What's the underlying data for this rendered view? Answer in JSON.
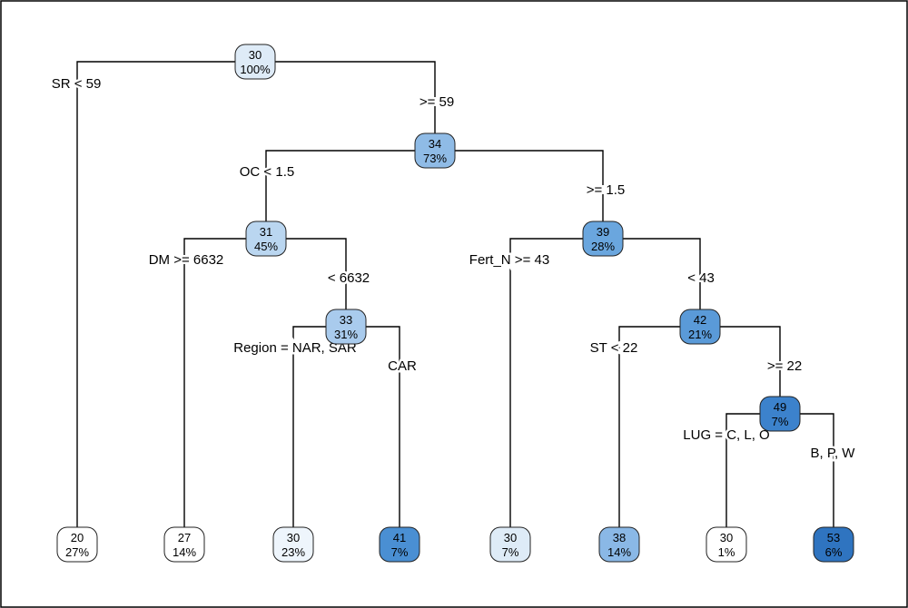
{
  "tree": {
    "nodes": [
      {
        "id": "n1",
        "value": "30",
        "percent": "100%",
        "fill": "#deebf7"
      },
      {
        "id": "n2",
        "value": "34",
        "percent": "73%",
        "fill": "#8fbbe6"
      },
      {
        "id": "n3",
        "value": "31",
        "percent": "45%",
        "fill": "#bad6f0"
      },
      {
        "id": "n4",
        "value": "33",
        "percent": "31%",
        "fill": "#a9cbed"
      },
      {
        "id": "n5",
        "value": "39",
        "percent": "28%",
        "fill": "#6aa6de"
      },
      {
        "id": "n6",
        "value": "42",
        "percent": "21%",
        "fill": "#5a9ad8"
      },
      {
        "id": "n7",
        "value": "49",
        "percent": "7%",
        "fill": "#3c82cc"
      },
      {
        "id": "l1",
        "value": "20",
        "percent": "27%",
        "fill": "#ffffff"
      },
      {
        "id": "l2",
        "value": "27",
        "percent": "14%",
        "fill": "#ffffff"
      },
      {
        "id": "l3",
        "value": "30",
        "percent": "23%",
        "fill": "#eef5fc"
      },
      {
        "id": "l4",
        "value": "41",
        "percent": "7%",
        "fill": "#4a8fd3"
      },
      {
        "id": "l5",
        "value": "30",
        "percent": "7%",
        "fill": "#deebf7"
      },
      {
        "id": "l6",
        "value": "38",
        "percent": "14%",
        "fill": "#8ab8e6"
      },
      {
        "id": "l7",
        "value": "30",
        "percent": "1%",
        "fill": "#ffffff"
      },
      {
        "id": "l8",
        "value": "53",
        "percent": "6%",
        "fill": "#2f74c0"
      }
    ],
    "splits": [
      {
        "id": "s1",
        "text": "SR < 59"
      },
      {
        "id": "s2",
        "text": ">= 59"
      },
      {
        "id": "s3",
        "text": "OC < 1.5"
      },
      {
        "id": "s4",
        "text": ">= 1.5"
      },
      {
        "id": "s5",
        "text": "DM >= 6632"
      },
      {
        "id": "s6",
        "text": "< 6632"
      },
      {
        "id": "s7",
        "text": "Region = NAR, SAR"
      },
      {
        "id": "s8",
        "text": "CAR"
      },
      {
        "id": "s9",
        "text": "Fert_N >= 43"
      },
      {
        "id": "s10",
        "text": "< 43"
      },
      {
        "id": "s11",
        "text": "ST < 22"
      },
      {
        "id": "s12",
        "text": ">= 22"
      },
      {
        "id": "s13",
        "text": "LUG = C, L, O"
      },
      {
        "id": "s14",
        "text": "B, P, W"
      }
    ]
  }
}
